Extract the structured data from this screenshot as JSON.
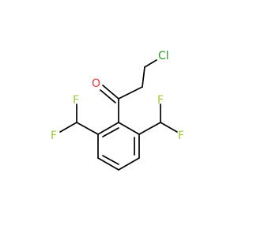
{
  "molecule": {
    "atoms": {
      "chlorine": {
        "symbol": "Cl",
        "color": "#2ca02c"
      },
      "oxygen": {
        "symbol": "O",
        "color": "#e53935"
      },
      "fluorine_left_top": {
        "symbol": "F",
        "color": "#9acd32"
      },
      "fluorine_left_bottom": {
        "symbol": "F",
        "color": "#9acd32"
      },
      "fluorine_right_top": {
        "symbol": "F",
        "color": "#9acd32"
      },
      "fluorine_right_bottom": {
        "symbol": "F",
        "color": "#9acd32"
      }
    },
    "bond_color": "#000000"
  }
}
